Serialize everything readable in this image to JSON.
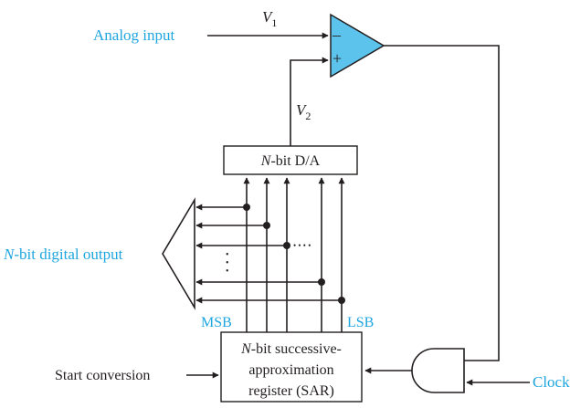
{
  "colors": {
    "label_blue": "#1fa6df",
    "comparator_fill": "#5cc3ec",
    "line": "#231f20"
  },
  "signals": {
    "analog_input": "Analog input",
    "v1_main": "V",
    "v1_sub": "1",
    "v2_main": "V",
    "v2_sub": "2",
    "start_conversion": "Start conversion",
    "clock": "Clock"
  },
  "comparator": {
    "minus": "–",
    "plus": "+"
  },
  "dac": {
    "italic": "N",
    "rest": "-bit D/A"
  },
  "sar": {
    "line1_italic": "N",
    "line1_rest": "-bit successive-",
    "line2": "approximation",
    "line3": "register (SAR)"
  },
  "output": {
    "label_italic": "N",
    "label_rest": "-bit digital output",
    "msb": "MSB",
    "lsb": "LSB",
    "h_dots": "• • • •",
    "v_dots": "•\n•\n•"
  }
}
